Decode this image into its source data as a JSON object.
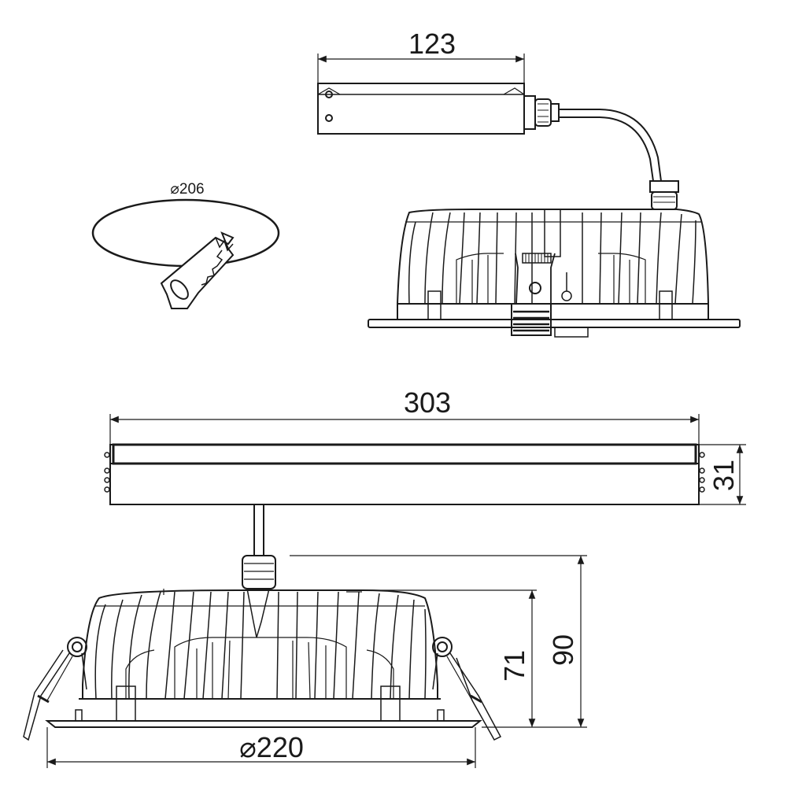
{
  "dimensions": {
    "driver_length": "123",
    "cutout_diameter_symbol": "⌀",
    "cutout_diameter_value": "206",
    "total_driver_length": "303",
    "driver_height": "31",
    "height_total": "90",
    "height_body": "71",
    "flange_diameter_symbol": "⌀",
    "flange_diameter_value": "220"
  },
  "colors": {
    "line": "#1a1a1a",
    "background": "#ffffff"
  }
}
